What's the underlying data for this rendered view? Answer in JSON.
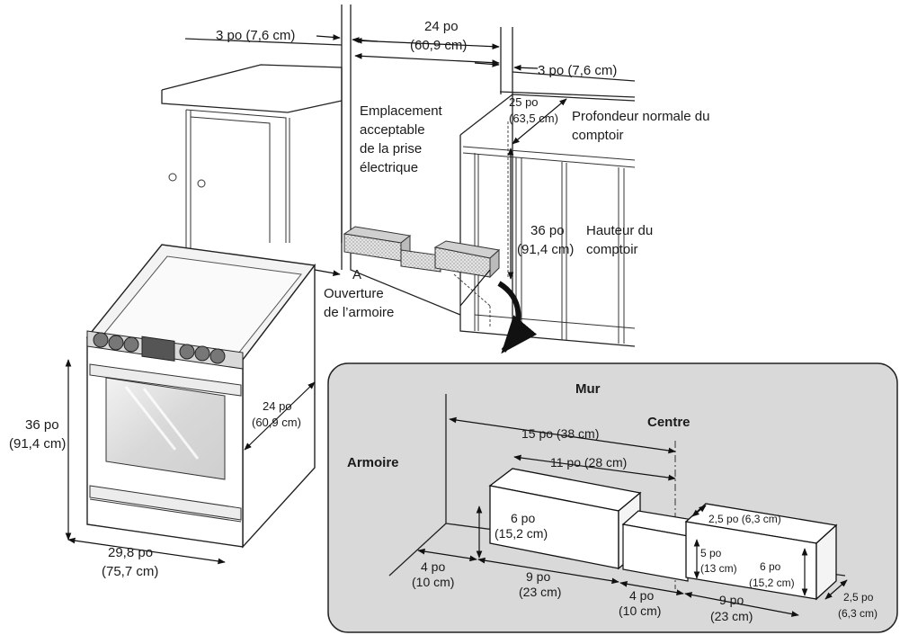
{
  "top": {
    "dim_left": "3 po (7,6 cm)",
    "dim_width_po": "24 po",
    "dim_width_cm": "(60,9 cm)",
    "dim_right": "3 po (7,6 cm)",
    "dim_depth_po": "25 po",
    "dim_depth_cm": "(63,5 cm)",
    "depth_label_line1": "Profondeur normale du",
    "depth_label_line2": "comptoir",
    "outlet_line1": "Emplacement",
    "outlet_line2": "acceptable",
    "outlet_line3": "de la prise",
    "outlet_line4": "électrique",
    "height_po": "36 po",
    "height_cm": "(91,4 cm)",
    "height_label_line1": "Hauteur du",
    "height_label_line2": "comptoir",
    "opening_letter": "A",
    "opening_line1": "Ouverture",
    "opening_line2": "de l’armoire"
  },
  "range": {
    "height_po": "36 po",
    "height_cm": "(91,4 cm)",
    "depth_po": "24 po",
    "depth_cm": "(60,9 cm)",
    "width_po": "29,8 po",
    "width_cm": "(75,7 cm)"
  },
  "detail": {
    "wall": "Mur",
    "center": "Centre",
    "cabinet": "Armoire",
    "d15": "15 po (38 cm)",
    "d11": "11 po (28 cm)",
    "h6_left_po": "6 po",
    "h6_left_cm": "(15,2 cm)",
    "d25_top": "2,5 po (6,3  cm)",
    "h5_po": "5 po",
    "h5_cm": "(13 cm)",
    "h6_right_po": "6 po",
    "h6_right_cm": "(15,2 cm)",
    "d4_left_po": "4 po",
    "d4_left_cm": "(10 cm)",
    "d9_left_po": "9 po",
    "d9_left_cm": "(23 cm)",
    "d4_mid_po": "4 po",
    "d4_mid_cm": "(10 cm)",
    "d9_right_po": "9 po",
    "d9_right_cm": "(23 cm)",
    "d25_right_po": "2,5 po",
    "d25_right_cm": "(6,3 cm)"
  }
}
